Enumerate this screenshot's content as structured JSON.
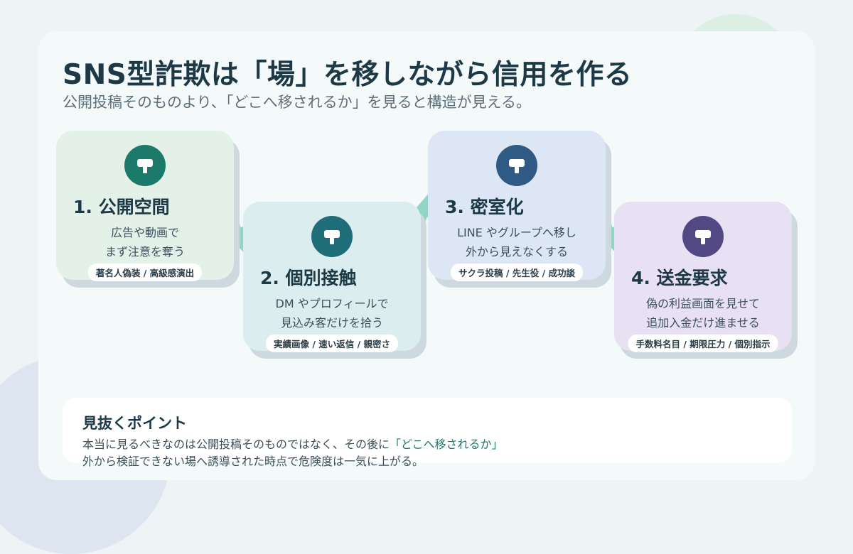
{
  "header": {
    "title": "SNS型詐欺は「場」を移しながら信用を作る",
    "subtitle": "公開投稿そのものより、「どこへ移されるか」を見ると構造が見える。"
  },
  "steps": [
    {
      "title": "1. 公開空間",
      "desc": [
        "広告や動画で",
        "まず注意を奪う"
      ],
      "tag": "著名人偽装 / 高級感演出",
      "color": "#1c7a6b"
    },
    {
      "title": "2. 個別接触",
      "desc": [
        "DM やプロフィールで",
        "見込み客だけを拾う"
      ],
      "tag": "実績画像 / 速い返信 / 親密さ",
      "color": "#1f6d78"
    },
    {
      "title": "3. 密室化",
      "desc": [
        "LINE やグループへ移し",
        "外から見えなくする"
      ],
      "tag": "サクラ投稿 / 先生役 / 成功談",
      "color": "#2f5a84"
    },
    {
      "title": "4. 送金要求",
      "desc": [
        "偽の利益画面を見せて",
        "追加入金だけ進ませる"
      ],
      "tag": "手数料名目 / 期限圧力 / 個別指示",
      "color": "#514884"
    }
  ],
  "point": {
    "title": "見抜くポイント",
    "line1_before": "本当に見るべきなのは公開投稿そのものではなく、その後に",
    "line1_highlight": "「どこへ移されるか」",
    "line2": "外から検証できない場へ誘導された時点で危険度は一気に上がる。"
  },
  "colors": {
    "accent_green": "#1c7a6b",
    "arrow": "#8fd6c6",
    "panel": "#f4f9fa"
  }
}
